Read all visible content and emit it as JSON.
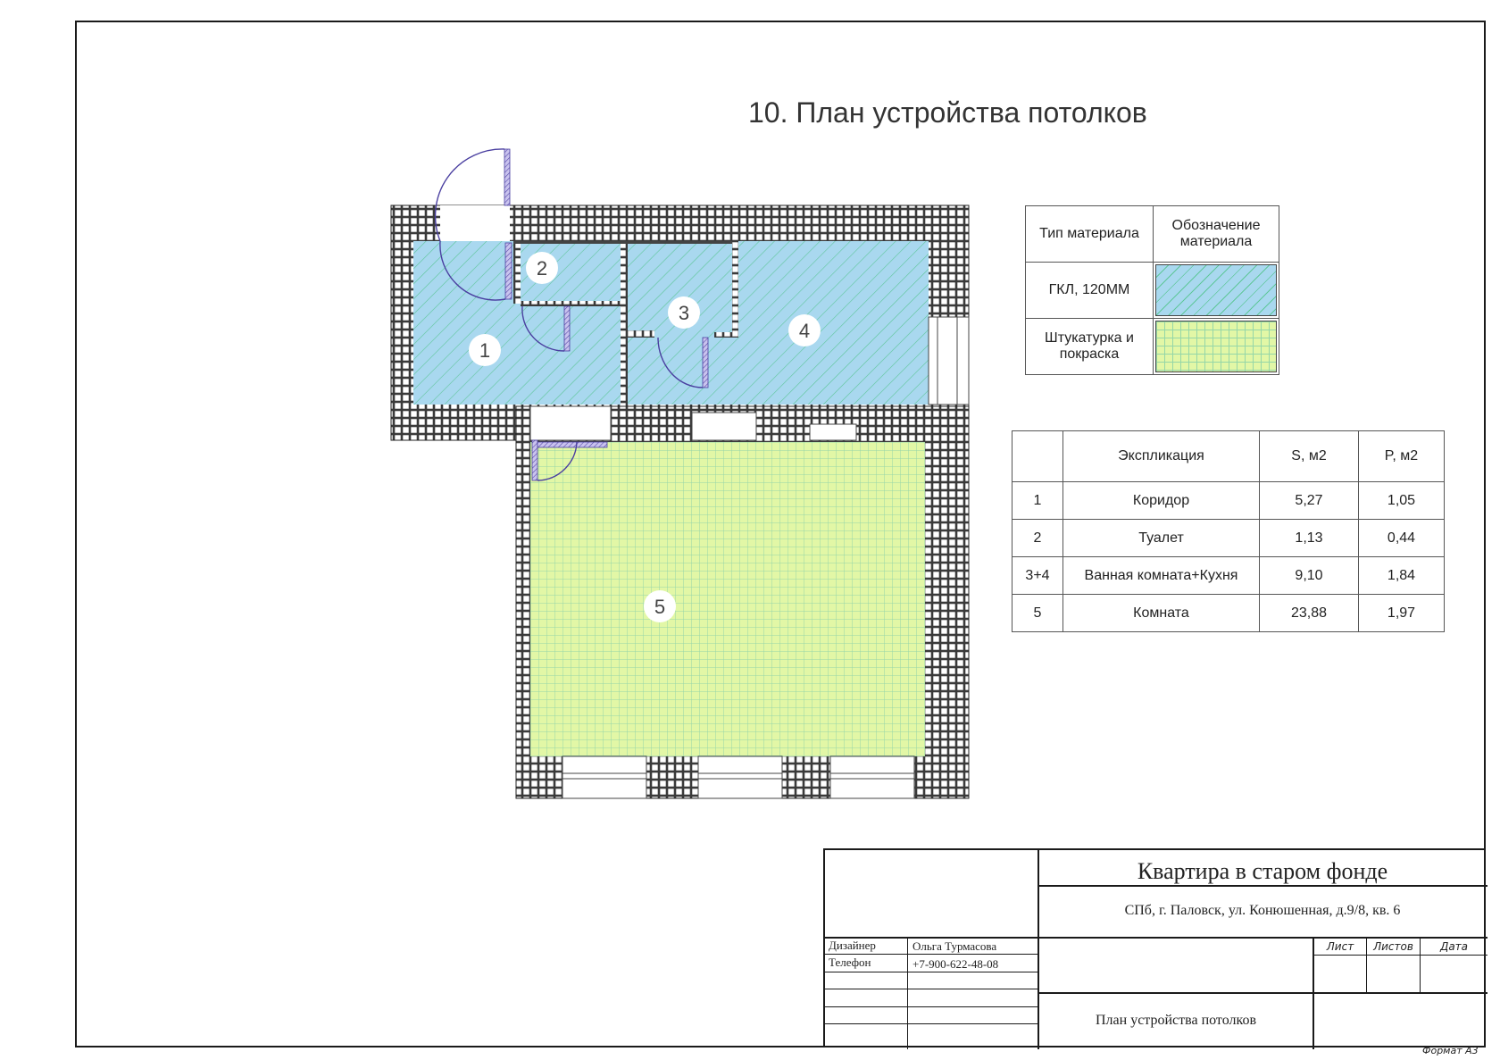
{
  "title": "10. План устройства потолков",
  "rooms": [
    {
      "num": "1"
    },
    {
      "num": "2"
    },
    {
      "num": "3"
    },
    {
      "num": "4"
    },
    {
      "num": "5"
    }
  ],
  "legend": {
    "header_type": "Тип материала",
    "header_mark": "Обозначение материала",
    "rows": [
      {
        "type": "ГКЛ, 120ММ"
      },
      {
        "type": "Штукатурка и покраска"
      }
    ]
  },
  "explication": {
    "headers": [
      "",
      "Экспликация",
      "S, м2",
      "P, м2"
    ],
    "rows": [
      [
        "1",
        "Коридор",
        "5,27",
        "1,05"
      ],
      [
        "2",
        "Туалет",
        "1,13",
        "0,44"
      ],
      [
        "3+4",
        "Ванная комната+Кухня",
        "9,10",
        "1,84"
      ],
      [
        "5",
        "Комната",
        "23,88",
        "1,97"
      ]
    ]
  },
  "stamp": {
    "project": "Квартира в старом фонде",
    "address": "СПб, г. Паловск, ул. Конюшенная, д.9/8, кв. 6",
    "designer_label": "Дизайнер",
    "designer_name": "Ольга Турмасова",
    "phone_label": "Телефон",
    "phone": "+7-900-622-48-08",
    "sheet_label": "Лист",
    "sheets_label": "Листов",
    "date_label": "Дата",
    "sheet_title": "План устройства потолков"
  },
  "format": "Формат А3"
}
